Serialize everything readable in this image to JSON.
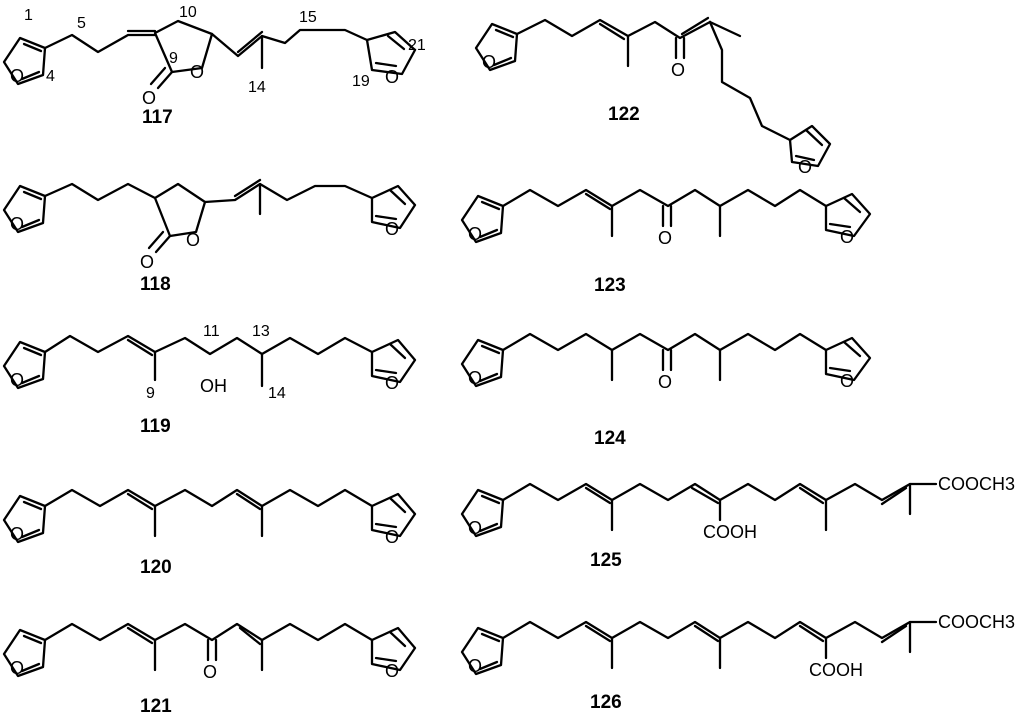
{
  "compounds": [
    {
      "id": "117"
    },
    {
      "id": "118"
    },
    {
      "id": "119"
    },
    {
      "id": "120"
    },
    {
      "id": "121"
    },
    {
      "id": "122"
    },
    {
      "id": "123"
    },
    {
      "id": "124"
    },
    {
      "id": "125"
    },
    {
      "id": "126"
    }
  ],
  "atoms": {
    "oxygen": "O",
    "hydroxyl": "OH",
    "carboxylic_acid": "COOH",
    "methyl_ester": "COOCH3"
  },
  "locants_117": [
    "1",
    "4",
    "5",
    "9",
    "10",
    "14",
    "15",
    "19",
    "21"
  ],
  "locants_119": [
    "9",
    "11",
    "13",
    "14"
  ]
}
